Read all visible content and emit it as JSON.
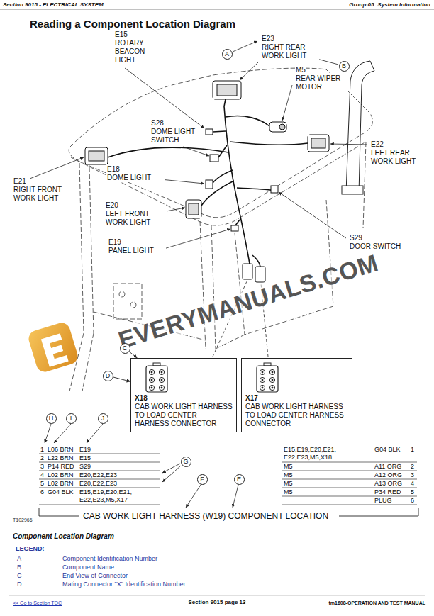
{
  "diagram": {
    "title": "Reading a Component Location Diagram",
    "caption": "Component Location Diagram",
    "nodes": [
      {
        "text": [
          "A"
        ]
      },
      {
        "text": [
          "B"
        ]
      },
      {
        "text": [
          "C"
        ]
      },
      {
        "text": [
          "D"
        ]
      },
      {
        "text": [
          "X18",
          "CAB WORK LIGHT HARNESS TO LOAD CENTER HARNESS CONNECTOR"
        ]
      },
      {
        "text": [
          "X17",
          "CAB WORK LIGHT HARNESS TO LOAD CENTER HARNESS CONNECTOR"
        ]
      },
      {
        "text": [
          "H"
        ]
      },
      {
        "text": [
          "I"
        ]
      },
      {
        "text": [
          "J"
        ]
      },
      {
        "text": [
          "G"
        ]
      },
      {
        "text": [
          "F"
        ]
      },
      {
        "text": [
          "E"
        ]
      }
    ],
    "edges": [
      {
        "from": 2,
        "to": 4,
        "arrow": "to"
      },
      {
        "from": 3,
        "to": 4,
        "arrow": "to"
      }
    ],
    "labels": [
      "Section 9015 - ELECTRICAL SYSTEM",
      "Group 05: System Information",
      "E23",
      "RIGHT REAR WORK LIGHT",
      "M5",
      "REAR WIPER MOTOR",
      "E15",
      "ROTARY BEACON LIGHT",
      "S28",
      "DOME LIGHT SWITCH",
      "E22",
      "LEFT REAR WORK LIGHT",
      "E21",
      "RIGHT FRONT WORK LIGHT",
      "E18",
      "DOME LIGHT",
      "E20",
      "LEFT FRONT WORK LIGHT",
      "E19",
      "PANEL LIGHT",
      "S29",
      "DOOR SWITCH",
      "EVERYMANUALS.COM",
      "1",
      "L06 BRN",
      "E19",
      "2",
      "L22 BRN",
      "E15",
      "3",
      "P14 RED",
      "S29",
      "4",
      "L02 BRN",
      "E20,E22,E23",
      "5",
      "L02 BRN",
      "E20,E22,E23",
      "6",
      "G04 BLK",
      "E15,E19,E20,E21, E22,E23,M5,X17",
      "E15,E19,E20,E21, E22,E23,M5,X18",
      "G04 BLK",
      "1",
      "M5",
      "A11 ORG",
      "2",
      "M5",
      "A12 ORG",
      "3",
      "M5",
      "A13 ORG",
      "4",
      "M5",
      "P34 RED",
      "5",
      "PLUG",
      "6",
      "CAB WORK LIGHT HARNESS (W19) COMPONENT LOCATION",
      "T102966",
      "LEGEND:",
      "A",
      "Component Identification Number",
      "B",
      "Component Name",
      "C",
      "End View of Connector",
      "D",
      "Mating Connector \"X\" Identification Number",
      "<< Go to Section TOC",
      "Section 9015 page 13",
      "tm1608-OPERATION AND TEST MANUAL"
    ]
  }
}
